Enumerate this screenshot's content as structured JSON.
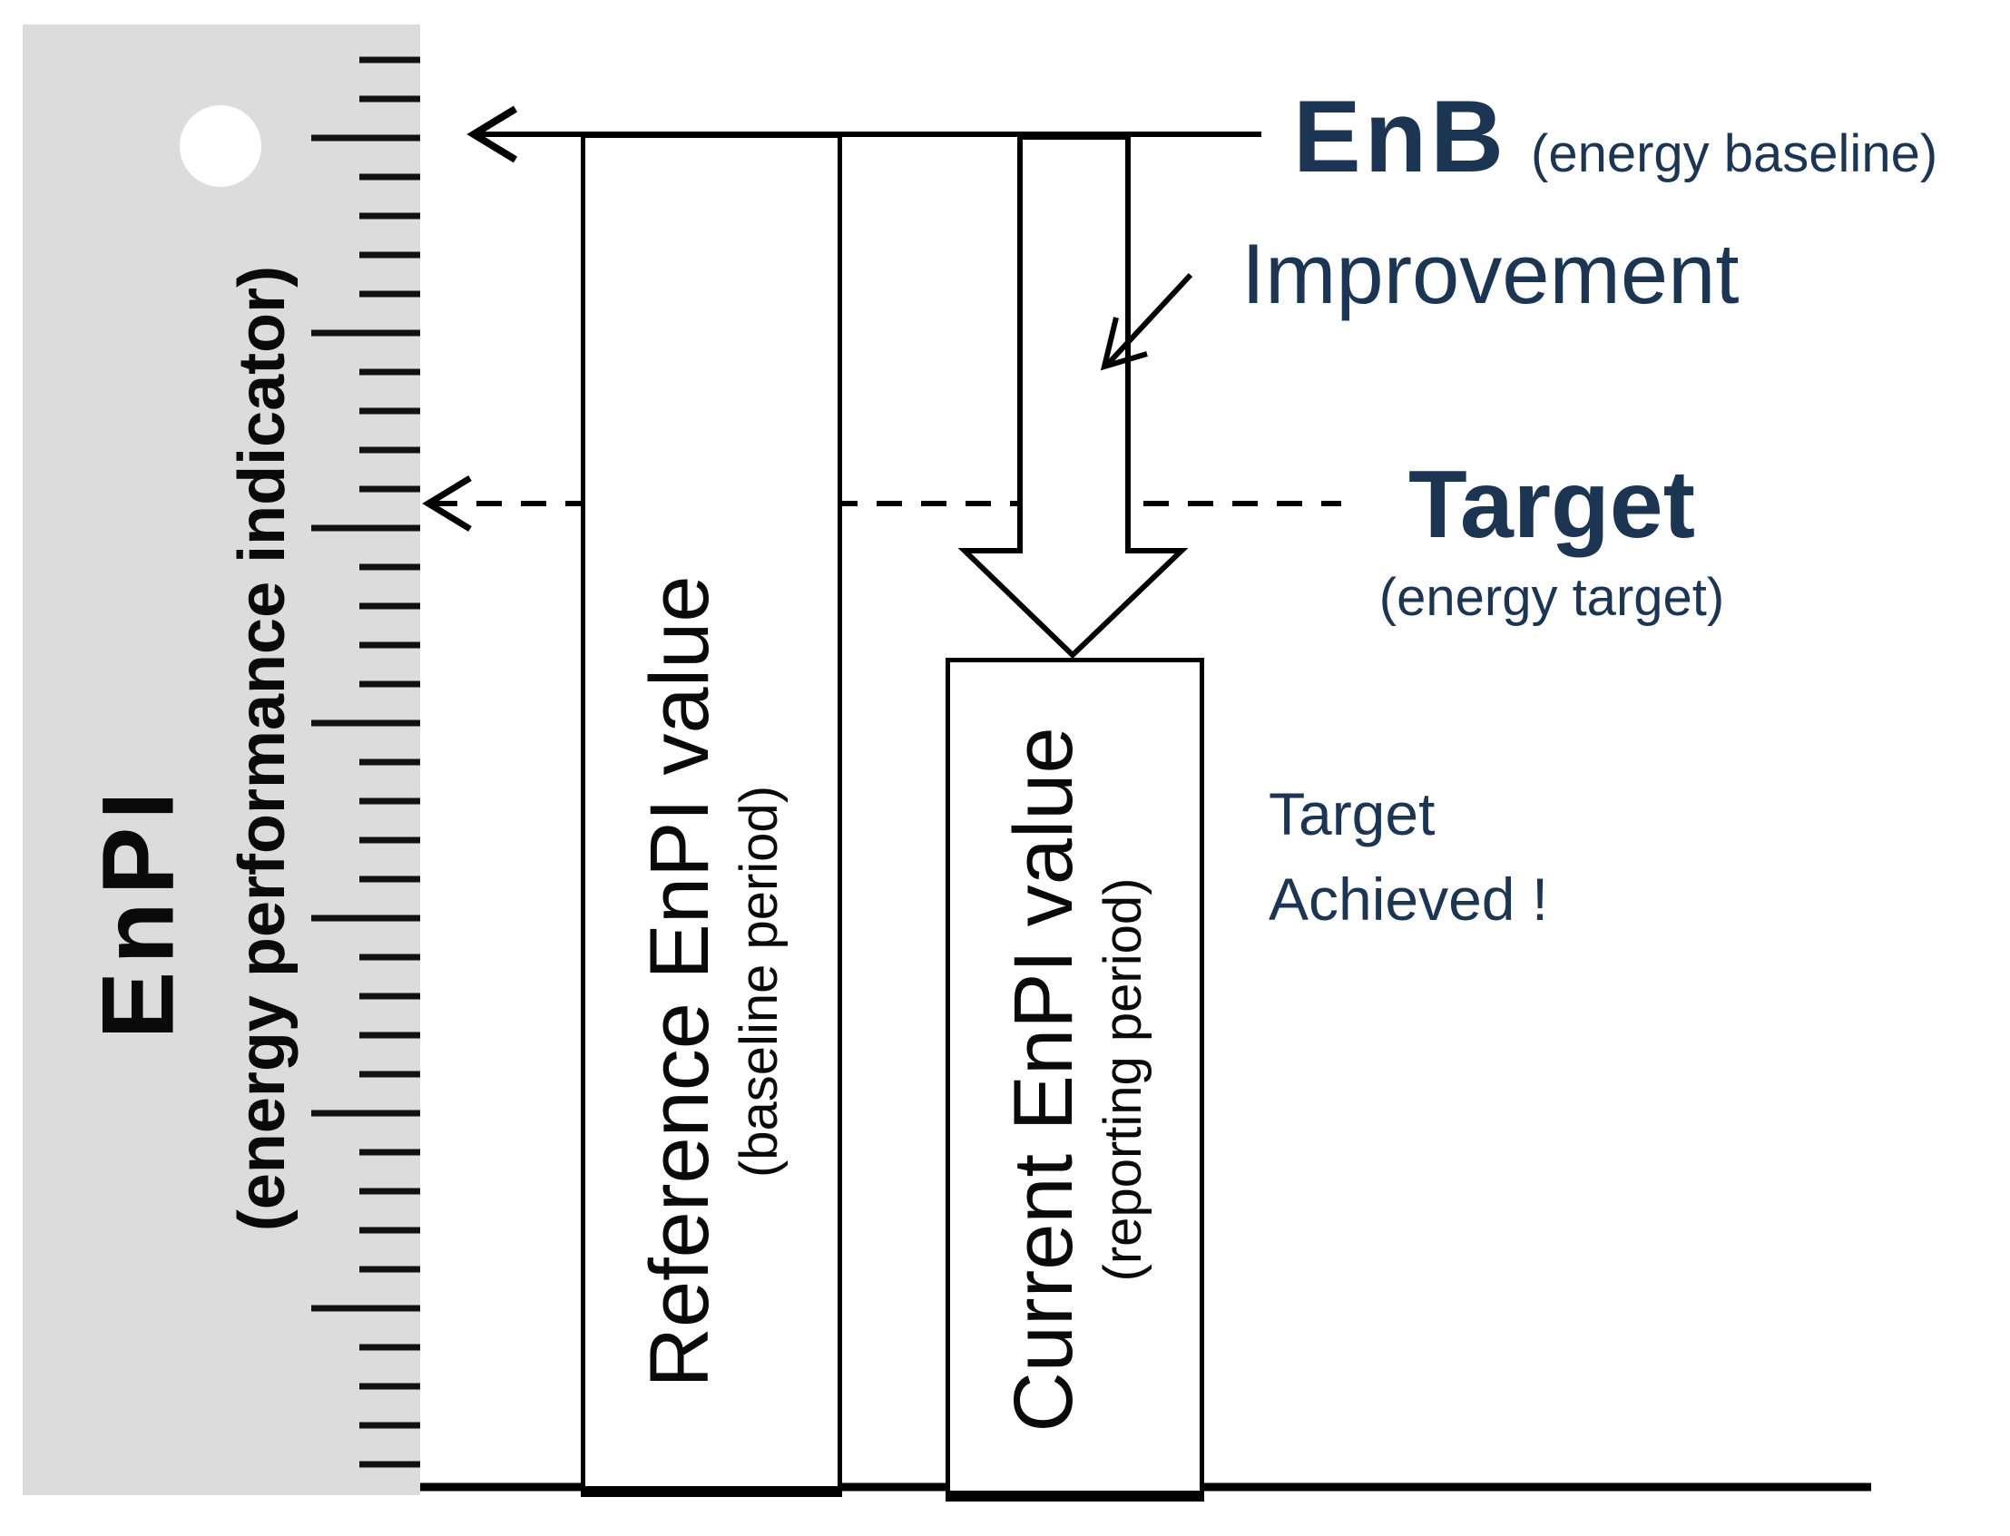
{
  "colors": {
    "navy": "#1c3552",
    "ruler_gray": "#dcdcdd",
    "line_black": "#0a0a0a"
  },
  "ruler": {
    "title": "EnPI",
    "subtitle": "(energy performance indicator)"
  },
  "bars": {
    "reference": {
      "label": "Reference EnPI value",
      "sublabel": "(baseline period)"
    },
    "current": {
      "label": "Current EnPI value",
      "sublabel": "(reporting period)"
    }
  },
  "annotations": {
    "enb_title": "EnB",
    "enb_subtitle": "(energy baseline)",
    "improvement": "Improvement",
    "target_title": "Target",
    "target_subtitle": "(energy target)",
    "achieved_line1": "Target",
    "achieved_line2": "Achieved !"
  }
}
